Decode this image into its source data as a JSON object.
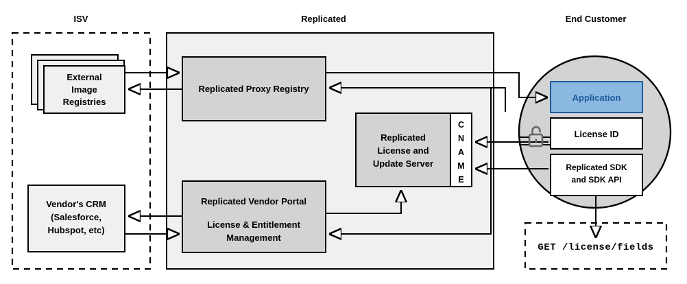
{
  "diagram": {
    "title_regions": [
      {
        "id": "isv",
        "label": "ISV"
      },
      {
        "id": "replicated",
        "label": "Replicated"
      },
      {
        "id": "end_customer",
        "label": "End Customer"
      }
    ],
    "colors": {
      "node_fill": "#d3d3d3",
      "panel_fill": "#f0f0f0",
      "stack_fill": "#f0f0f0",
      "circle_fill": "#d3d3d3",
      "white_fill": "#ffffff",
      "application_fill": "#8ab8e0",
      "application_stroke": "#1f5c9e",
      "application_text": "#1f5c9e",
      "stroke": "#000000",
      "lock_stroke": "#666666"
    },
    "nodes": {
      "external_image_registries": {
        "lines": [
          "External",
          "Image",
          "Registries"
        ],
        "stacked": true
      },
      "vendors_crm": {
        "lines": [
          "Vendor's CRM",
          "(Salesforce,",
          "Hubspot, etc)"
        ]
      },
      "replicated_proxy_registry": {
        "lines": [
          "Replicated Proxy Registry"
        ]
      },
      "replicated_license_update_server": {
        "lines": [
          "Replicated",
          "License and",
          "Update Server"
        ]
      },
      "cname": {
        "letters": [
          "C",
          "N",
          "A",
          "M",
          "E"
        ],
        "label": "CNAME"
      },
      "replicated_vendor_portal": {
        "lines": [
          "Replicated Vendor Portal",
          "",
          "License & Entitlement",
          "Management"
        ],
        "line1": "Replicated Vendor Portal",
        "line2": "License & Entitlement",
        "line3": "Management"
      },
      "application": {
        "label": "Application"
      },
      "license_id": {
        "label": "License ID"
      },
      "replicated_sdk": {
        "lines": [
          "Replicated SDK",
          "and SDK API"
        ],
        "line1": "Replicated SDK",
        "line2": "and SDK API"
      },
      "api_request": {
        "label": "GET /license/fields"
      }
    },
    "icons": {
      "unlocked_padlock": "unlock-icon"
    }
  }
}
